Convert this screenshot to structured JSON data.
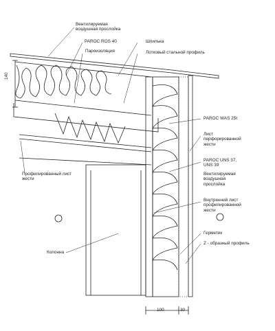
{
  "labels": {
    "ventilated_gap_top": [
      "Вентилируемая",
      "воздушная прослойка"
    ],
    "paroc_ros": "PAROC ROS 40",
    "vapor_barrier": "Пароизоляция",
    "stud": "Шпилька",
    "steel_tray": "Лотковый стальной профиль",
    "paroc_was": "PAROC WAS 25t",
    "perforated_sheet": [
      "Лист",
      "перфорированной",
      "жести"
    ],
    "paroc_uns": [
      "PAROC UNS 37,",
      "UNS 39"
    ],
    "ventilated_gap_side": [
      "Вентилируемая",
      "воздушная",
      "прослойка"
    ],
    "profiled_sheet": [
      "Профилированный лист",
      "жести"
    ],
    "inner_sheet": [
      "Внутренний лист",
      "профилированной",
      "жести"
    ],
    "sealant": "Герметик",
    "z_profile": "Z - образный профиль",
    "column": "Колонна"
  },
  "dimensions": {
    "roof_height": "140",
    "wall_width": "100",
    "gap_width": "30"
  }
}
